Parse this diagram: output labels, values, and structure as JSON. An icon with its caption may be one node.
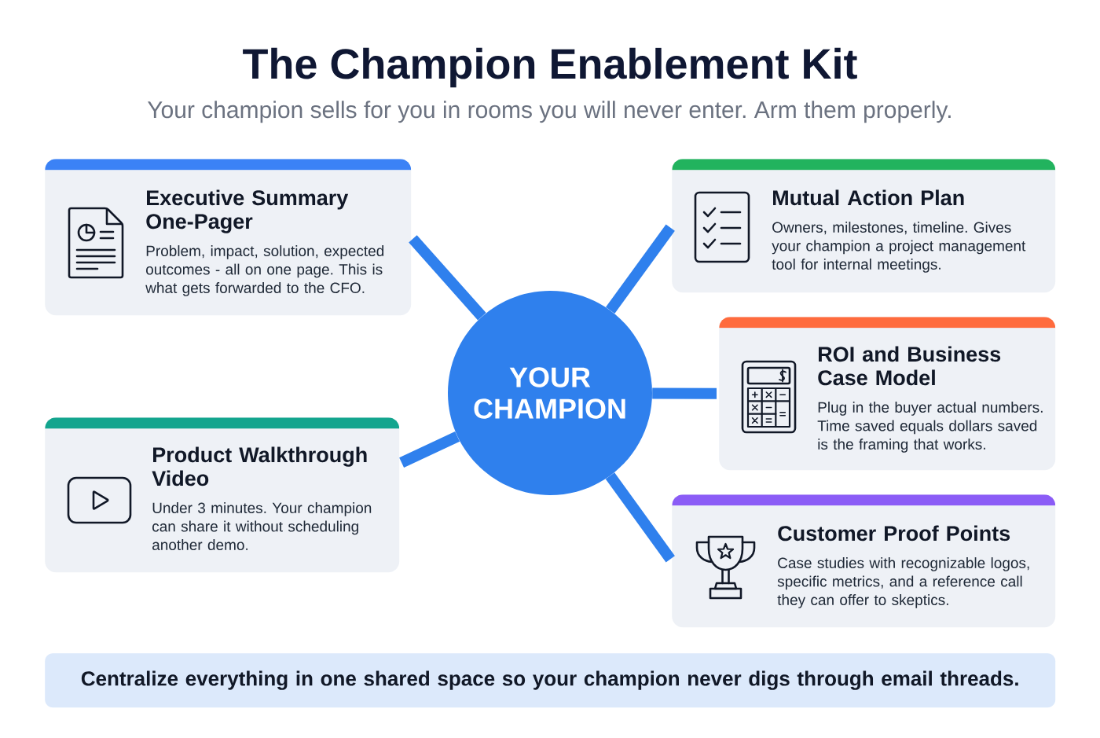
{
  "diagram": {
    "title": "The Champion Enablement Kit",
    "nodes": [
      {
        "text": [
          "Executive Summary One-Pager",
          "Problem, impact, solution, expected outcomes - all on one page. This is what gets forwarded to the CFO."
        ]
      },
      {
        "text": [
          "Mutual Action Plan",
          "Owners, milestones, timeline. Gives your champion a project management tool for internal meetings."
        ]
      },
      {
        "text": [
          "YOUR CHAMPION"
        ]
      },
      {
        "text": [
          "ROI and Business Case Model",
          "Plug in the buyer actual numbers. Time saved equals dollars saved is the framing that works."
        ]
      },
      {
        "text": [
          "Product Walkthrough Video",
          "Under 3 minutes. Your champion can share it without scheduling another demo."
        ]
      },
      {
        "text": [
          "Customer Proof Points",
          "Case studies with recognizable logos, specific metrics, and a reference call they can offer to skeptics."
        ]
      },
      {
        "text": [
          "Centralize everything in one shared space so your champion never digs through email threads."
        ]
      }
    ],
    "edges": [
      {
        "from": 2,
        "to": 0,
        "arrow": "none"
      },
      {
        "from": 2,
        "to": 1,
        "arrow": "none"
      },
      {
        "from": 2,
        "to": 3,
        "arrow": "none"
      },
      {
        "from": 2,
        "to": 4,
        "arrow": "none"
      },
      {
        "from": 2,
        "to": 5,
        "arrow": "none"
      }
    ],
    "labels": [
      "Your champion sells for you in rooms you will never enter. Arm them properly."
    ]
  }
}
